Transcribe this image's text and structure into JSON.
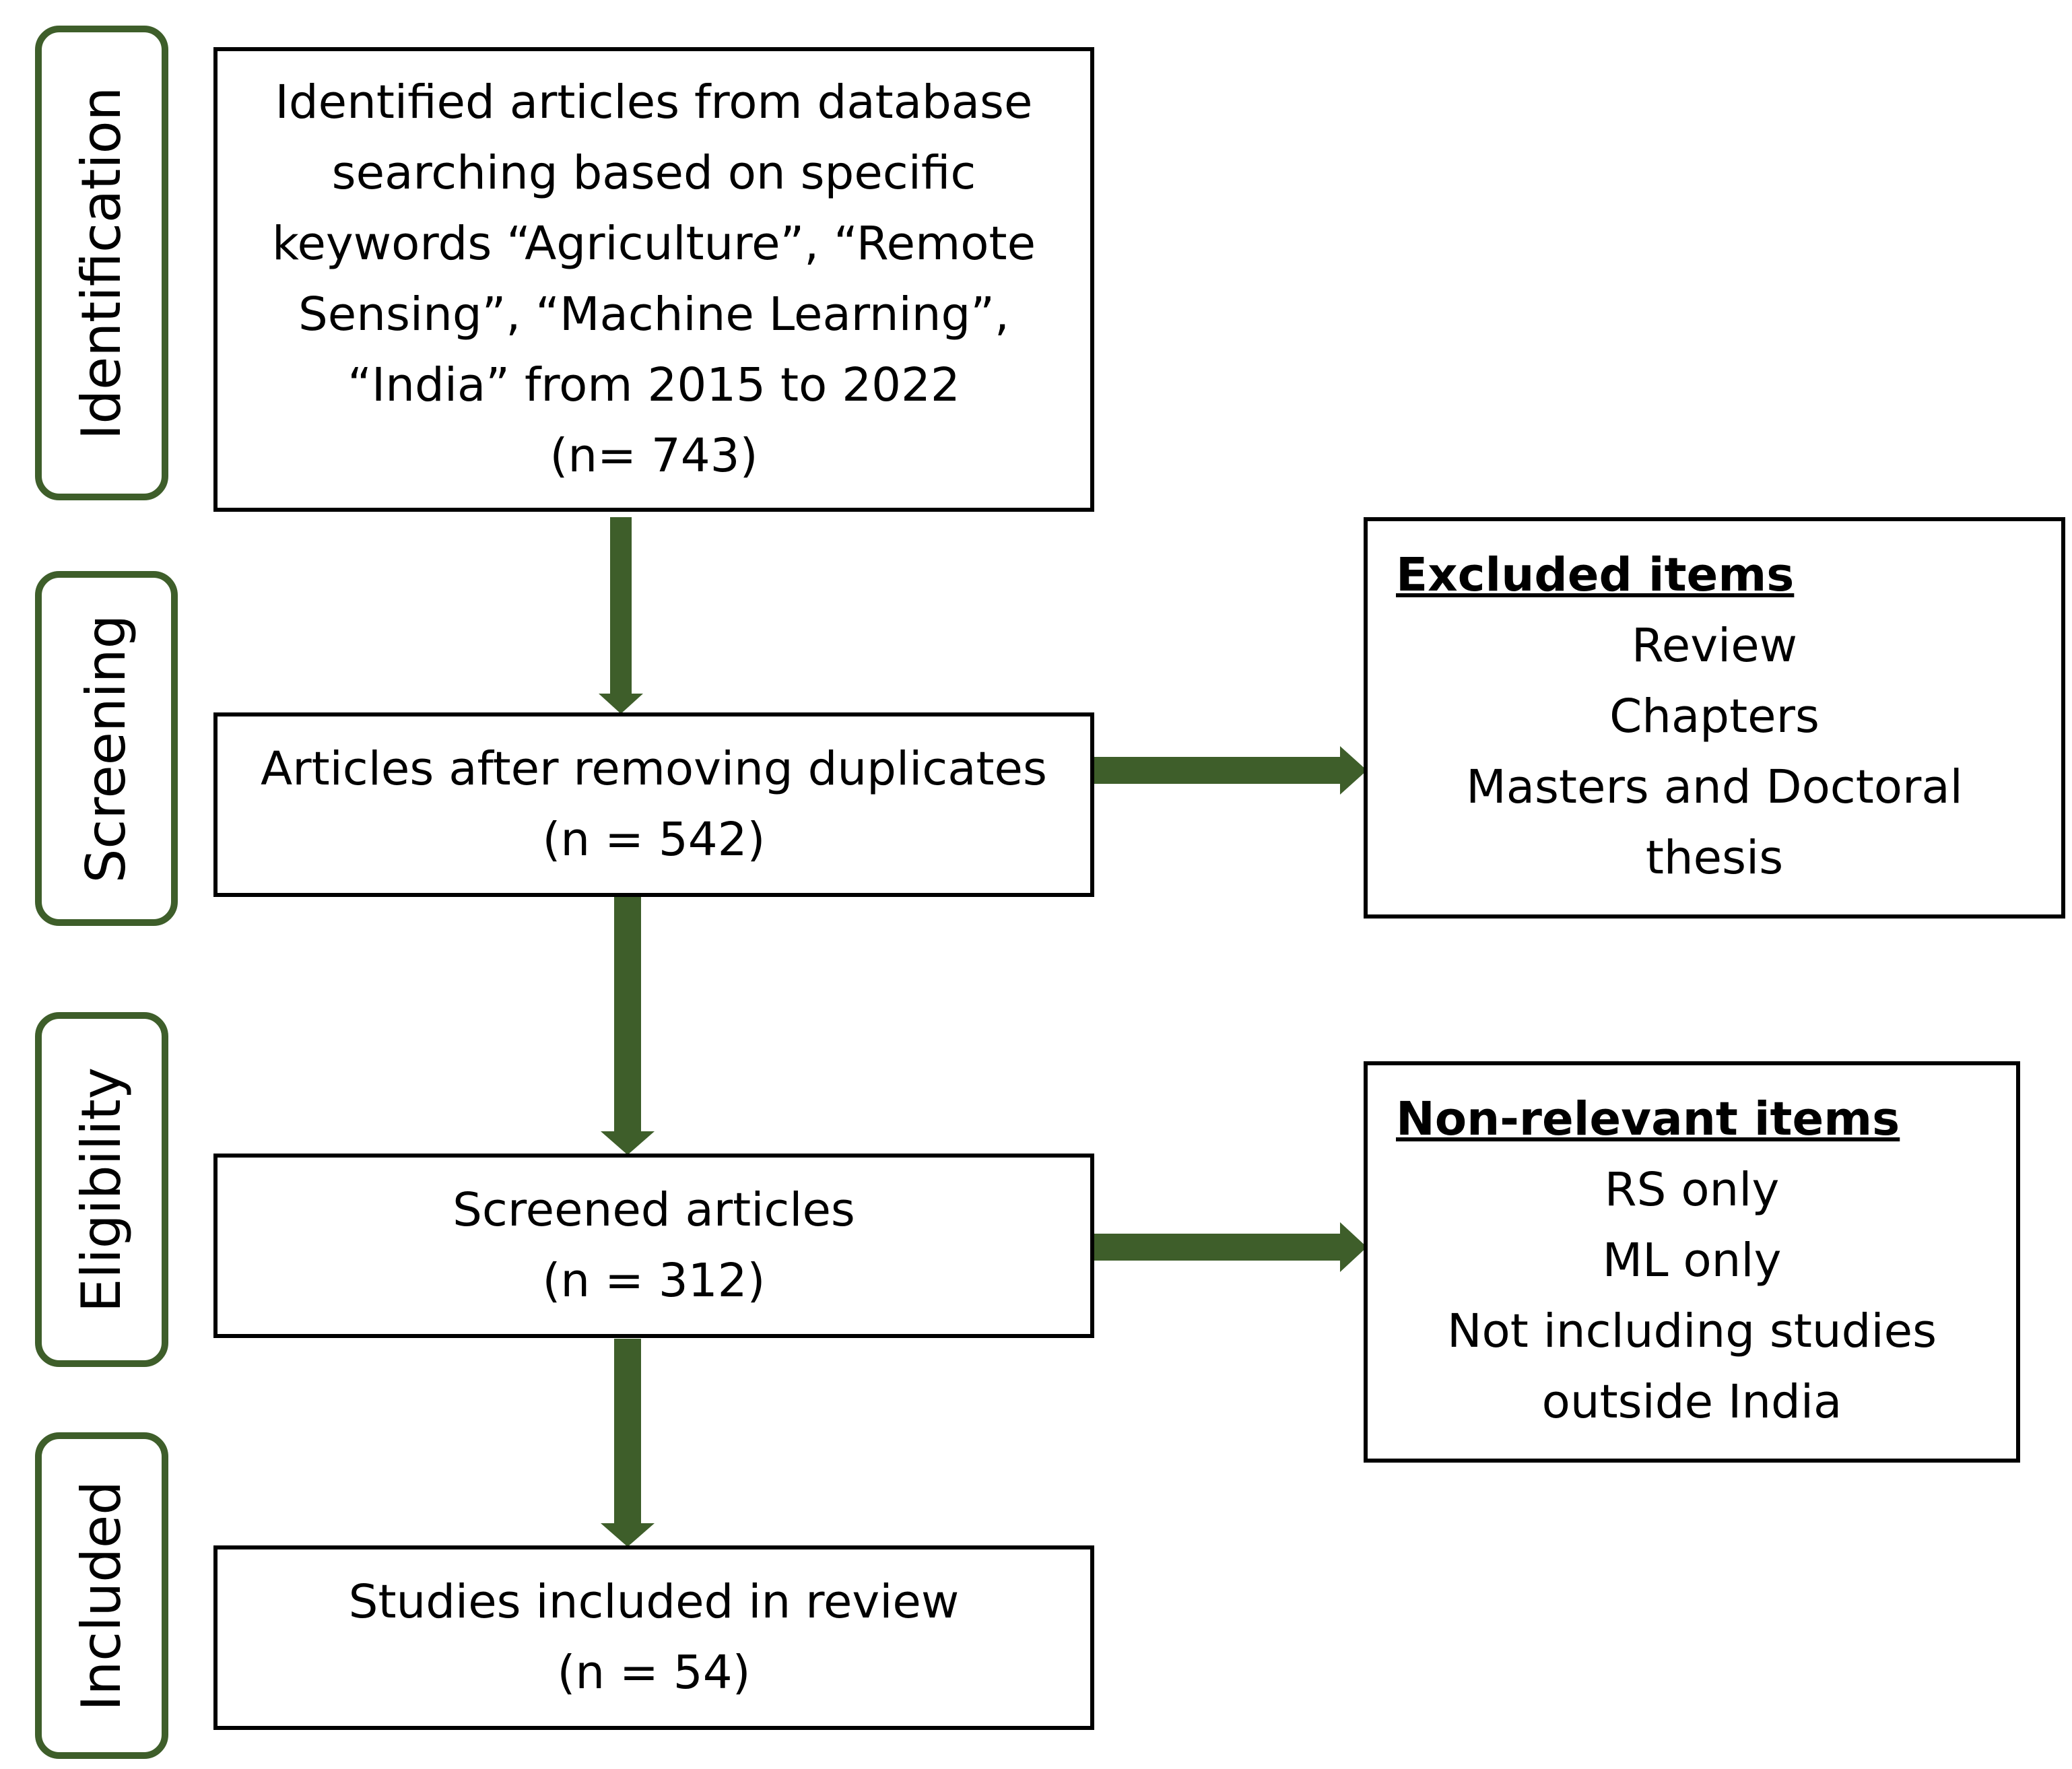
{
  "colors": {
    "accent_green": "#3e5e2a",
    "border_black": "#000000",
    "background": "#ffffff"
  },
  "stages": {
    "identification": "Identification",
    "screening": "Screening",
    "eligibility": "Eligibility",
    "included": "Included"
  },
  "boxes": {
    "identified": {
      "lines": [
        "Identified articles from database",
        "searching based on specific",
        "keywords “Agriculture”, “Remote",
        "Sensing”, “Machine Learning”,",
        "“India” from 2015 to 2022",
        "(n= 743)"
      ]
    },
    "deduplicated": {
      "lines": [
        "Articles after removing duplicates",
        "(n = 542)"
      ]
    },
    "screened": {
      "lines": [
        "Screened articles",
        "(n = 312)"
      ]
    },
    "included": {
      "lines": [
        "Studies included in review",
        "(n = 54)"
      ]
    }
  },
  "excluded": {
    "heading": "Excluded items",
    "items": [
      "Review",
      "Chapters",
      "Masters and Doctoral",
      "thesis"
    ]
  },
  "non_relevant": {
    "heading": "Non-relevant items",
    "items": [
      "RS only",
      "ML only",
      "Not including studies",
      "outside India"
    ]
  }
}
